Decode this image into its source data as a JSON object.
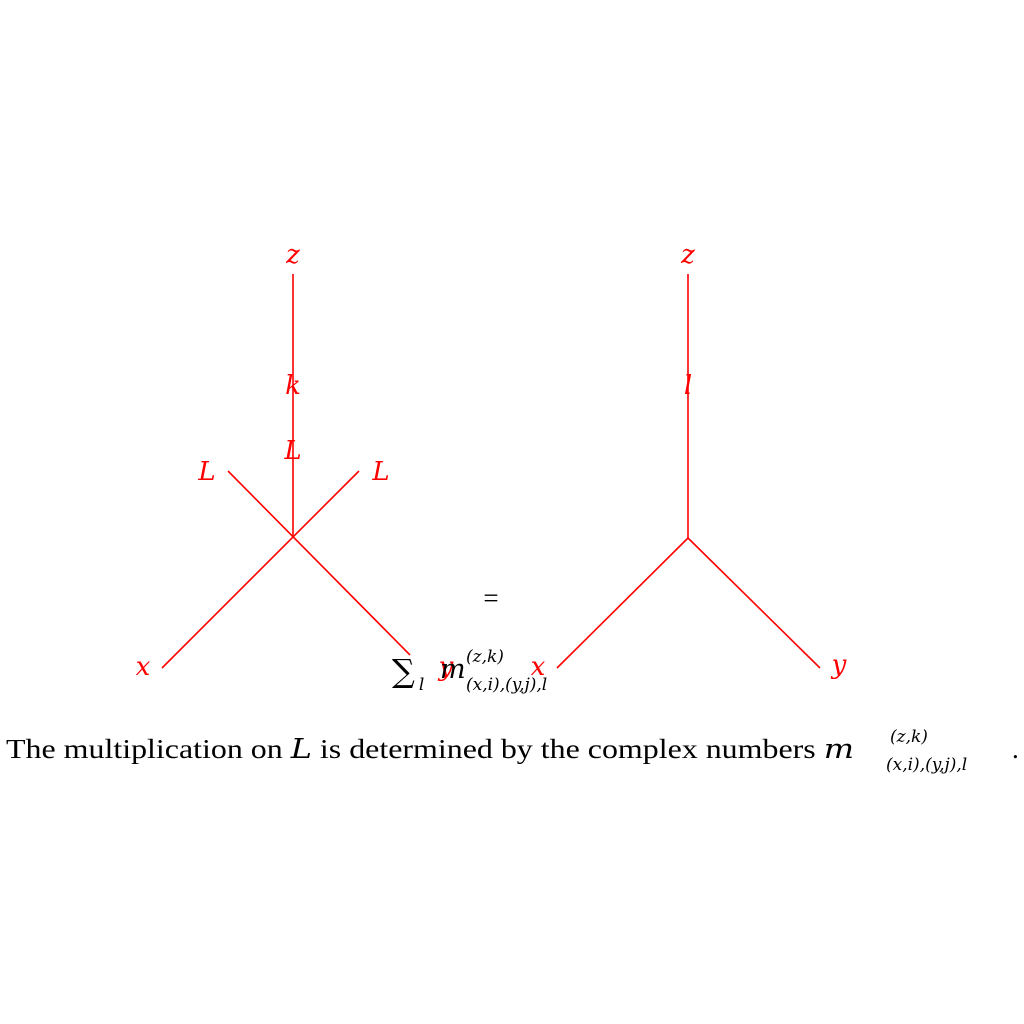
{
  "colors": {
    "strand": "#ff0000",
    "text": "#000000"
  },
  "left_diagram": {
    "top_label": "z",
    "upper_label": "k",
    "middle_label": "L",
    "left_arm_label": "L",
    "right_arm_label": "L",
    "bottom_left_label": "x",
    "bottom_right_label": "y"
  },
  "right_diagram": {
    "top_label": "z",
    "upper_label": "l",
    "bottom_left_label": "x",
    "bottom_right_label": "y"
  },
  "equation": {
    "equals": "=",
    "sum_symbol": "∑",
    "sum_index": "l",
    "coef_base": "m",
    "coef_sup": "(z,k)",
    "coef_sub": "(x,i),(y,j),l"
  },
  "caption": {
    "text_before": "The multiplication on ",
    "text_var": "L",
    "text_after": " is determined by the complex numbers ",
    "coef_base": "m",
    "coef_sup": "(z,k)",
    "coef_sub": "(x,i),(y,j),l",
    "period": "."
  }
}
